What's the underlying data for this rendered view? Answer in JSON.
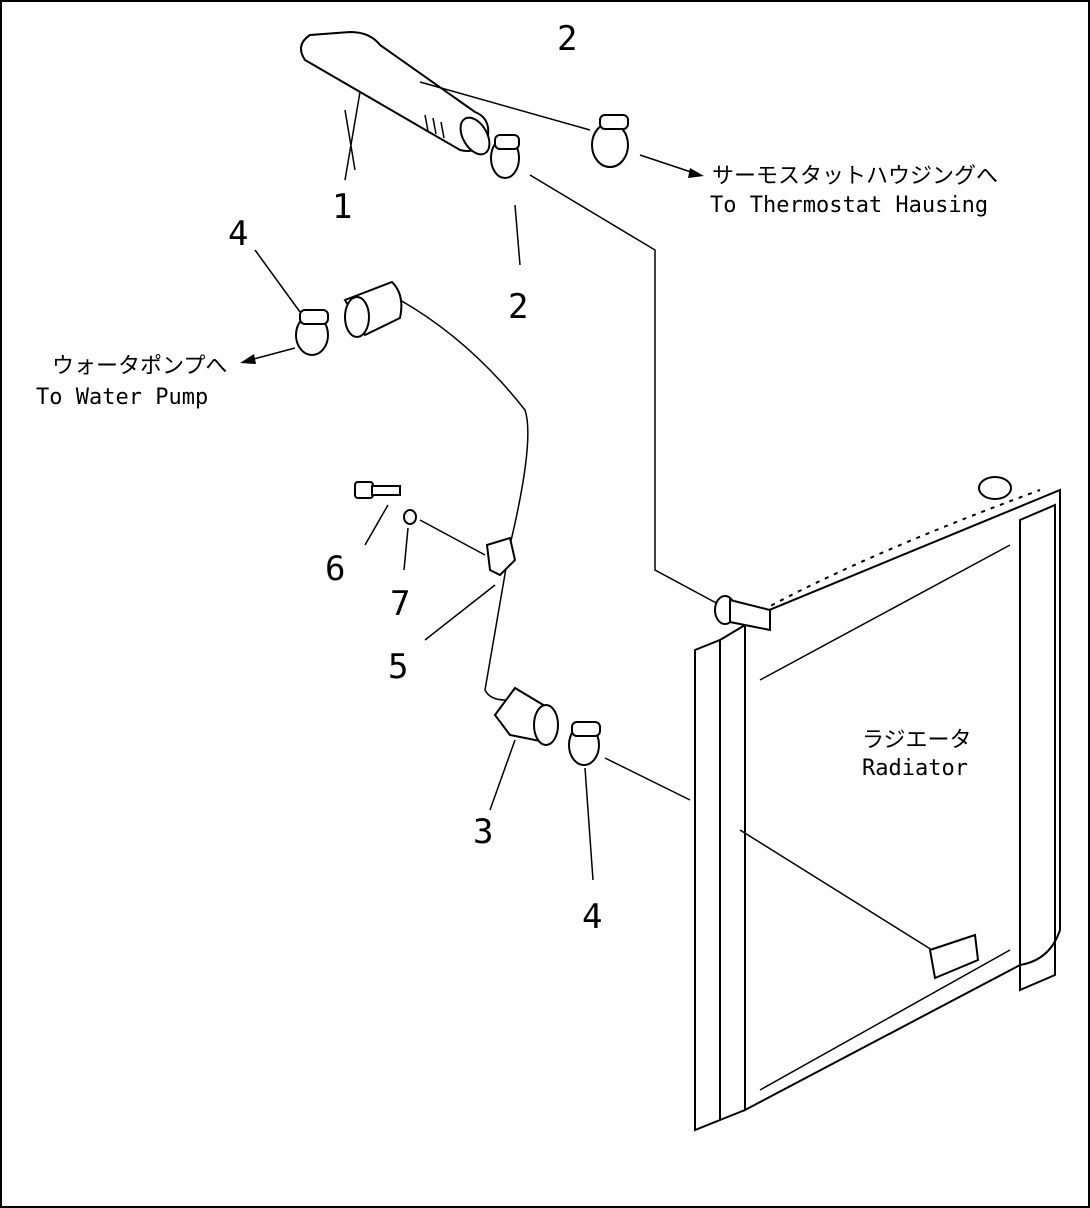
{
  "callouts": {
    "hose_upper": "1",
    "clamp_upper_a": "2",
    "clamp_upper_b": "2",
    "hose_pump": "3",
    "clamp_pump_a": "4",
    "clamp_pump_b": "4",
    "bracket": "5",
    "bolt": "6",
    "washer": "7"
  },
  "destinations": {
    "thermostat_jp": "サーモスタットハウジングへ",
    "thermostat_en": "To Thermostat Hausing",
    "water_pump_jp": "ウォータポンプへ",
    "water_pump_en": "To Water Pump"
  },
  "radiator": {
    "label_jp": "ラジエータ",
    "label_en": "Radiator"
  }
}
